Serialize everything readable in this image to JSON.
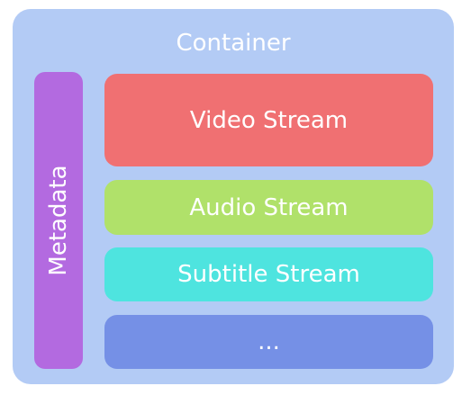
{
  "diagram": {
    "container": {
      "label": "Container",
      "color": "#b3cbf5"
    },
    "metadata": {
      "label": "Metadata",
      "color": "#b36ae0"
    },
    "streams": [
      {
        "label": "Video Stream",
        "color": "#f07072"
      },
      {
        "label": "Audio Stream",
        "color": "#b0e16a"
      },
      {
        "label": "Subtitle Stream",
        "color": "#4ee4df"
      },
      {
        "label": "...",
        "color": "#7590e6"
      }
    ]
  }
}
